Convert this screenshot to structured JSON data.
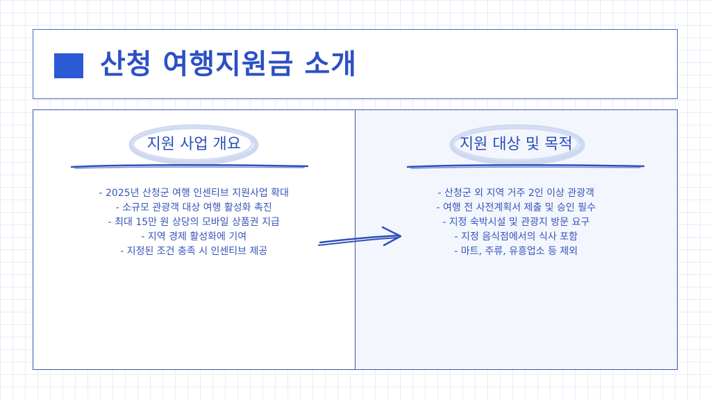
{
  "slide": {
    "title": "산청 여행지원금 소개"
  },
  "left_panel": {
    "heading": "지원 사업 개요",
    "items": [
      "- 2025년 산청군 여행 인센티브 지원사업 확대",
      "- 소규모 관광객 대상 여행 활성화 촉진",
      "- 최대 15만 원 상당의 모바일 상품권 지급",
      "- 지역 경제 활성화에 기여",
      "- 지정된 조건 충족 시 인센티브 제공"
    ]
  },
  "right_panel": {
    "heading": "지원 대상 및 목적",
    "items": [
      "- 산청군 외 지역 거주 2인 이상 관광객",
      "- 여행 전 사전계획서 제출 및 승인 필수",
      "- 지정 숙박시설 및 관광지 방문 요구",
      "- 지정 음식점에서의 식사 포함",
      "- 마트, 주류, 유흥업소 등 제외"
    ]
  },
  "colors": {
    "accent": "#2c59d4",
    "title_text": "#2c50c4",
    "border": "#3d57a8",
    "right_panel_bg": "#f3f6fd",
    "grid": "#e6ecf6"
  },
  "icons": {
    "title_marker": "square-bullet-icon",
    "connector": "right-arrow-icon"
  }
}
